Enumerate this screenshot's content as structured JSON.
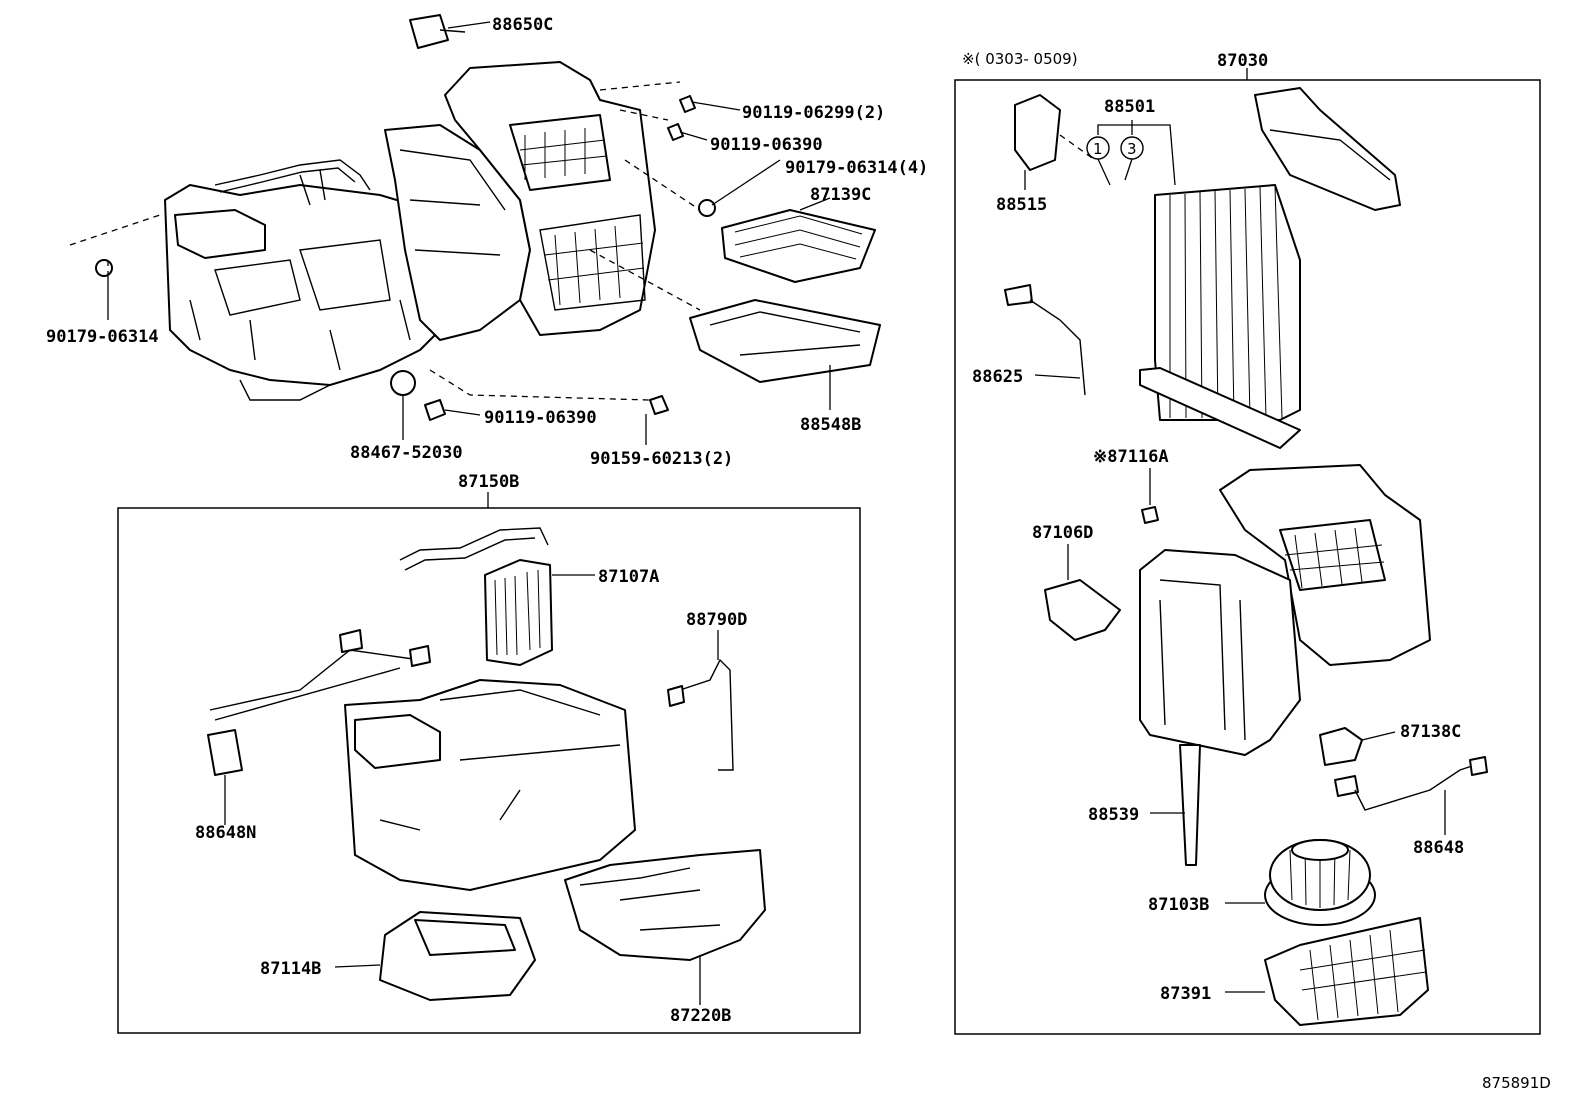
{
  "diagram_id": "875891D",
  "note_marker": "※",
  "note_range": "※( 0303- 0509)",
  "labels": {
    "p88650C": "88650C",
    "p90119_06299": "90119-06299(2)",
    "p90119_06390a": "90119-06390",
    "p90179_06314_4": "90179-06314(4)",
    "p87139C": "87139C",
    "p90179_06314": "90179-06314",
    "p88548B": "88548B",
    "p90119_06390b": "90119-06390",
    "p88467": "88467-52030",
    "p90159": "90159-60213(2)",
    "p87150B": "87150B",
    "p87107A": "87107A",
    "p88790D": "88790D",
    "p88648N": "88648N",
    "p87114B": "87114B",
    "p87220B": "87220B",
    "p87030": "87030",
    "p88501": "88501",
    "p88515": "88515",
    "p88625": "88625",
    "p87116A": "※87116A",
    "p87106D": "87106D",
    "p87138C": "87138C",
    "p88539": "88539",
    "p88648": "88648",
    "p87103B": "87103B",
    "p87391": "87391",
    "circle1": "1",
    "circle3": "3"
  }
}
